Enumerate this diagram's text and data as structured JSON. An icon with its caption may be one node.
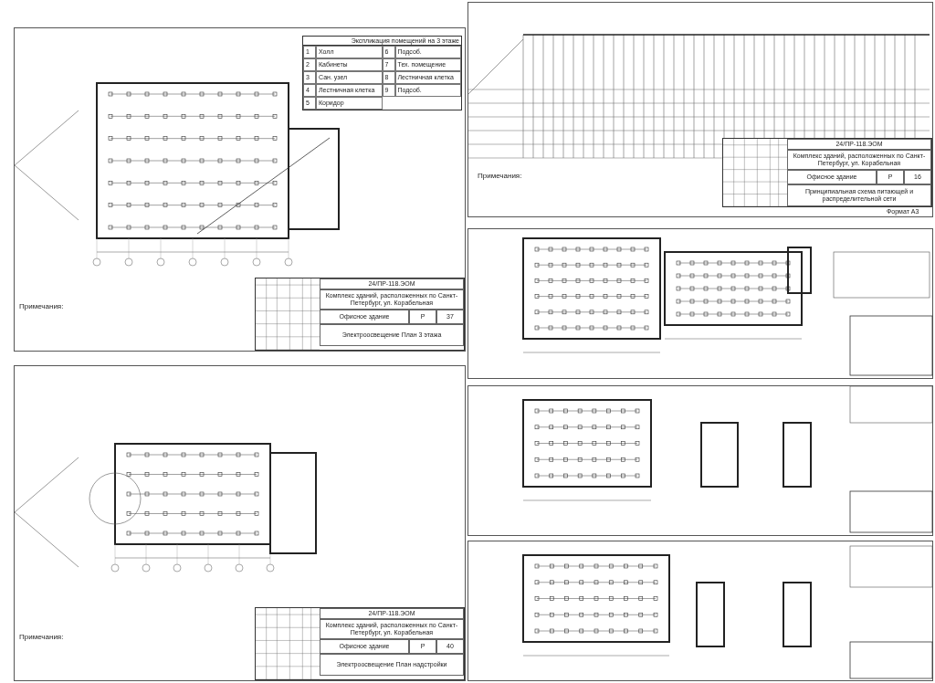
{
  "diagram": {
    "nodes": [
      {
        "text": [],
        "shape": "box"
      },
      {
        "text": [
          "24/ПР-118.ЭОМ",
          "Комплекс зданий, расположенных по Санкт-Петербург, ул. Корабельная",
          "Офисное здание",
          "Р",
          "37",
          "Электроосвещение План 3 этажа"
        ],
        "in": 0
      },
      {
        "text": [
          "Экспликация помещений на 3 этаже"
        ],
        "in": 0
      },
      {
        "text": [],
        "shape": "box"
      },
      {
        "text": [
          "24/ПР-118.ЭОМ",
          "Комплекс зданий, расположенных по Санкт-Петербург, ул. Корабельная",
          "Офисное здание",
          "Р",
          "16",
          "Принципиальная схема питающей и распределительной сети"
        ],
        "in": 3,
        "beside": [
          "Формат А3"
        ]
      },
      {
        "text": [],
        "shape": "box"
      },
      {
        "text": [],
        "shape": "box"
      },
      {
        "text": [
          "24/ПР-118.ЭОМ",
          "Комплекс зданий, расположенных по Санкт-Петербург, ул. Корабельная",
          "Офисное здание",
          "Р",
          "40",
          "Электроосвещение План надстройки"
        ],
        "in": 6
      },
      {
        "text": [],
        "shape": "box"
      },
      {
        "text": [],
        "shape": "box"
      }
    ],
    "labels": [
      "Примечания:",
      "Примечания:",
      "Примечания:",
      "1",
      "Холл",
      "6",
      "Подсоб.",
      "2",
      "Кабинеты",
      "7",
      "Тех. помещение",
      "3",
      "Сан. узел",
      "8",
      "Лестничная клетка",
      "4",
      "Лестничная клетка",
      "9",
      "Подсоб.",
      "5",
      "Коридор"
    ]
  }
}
